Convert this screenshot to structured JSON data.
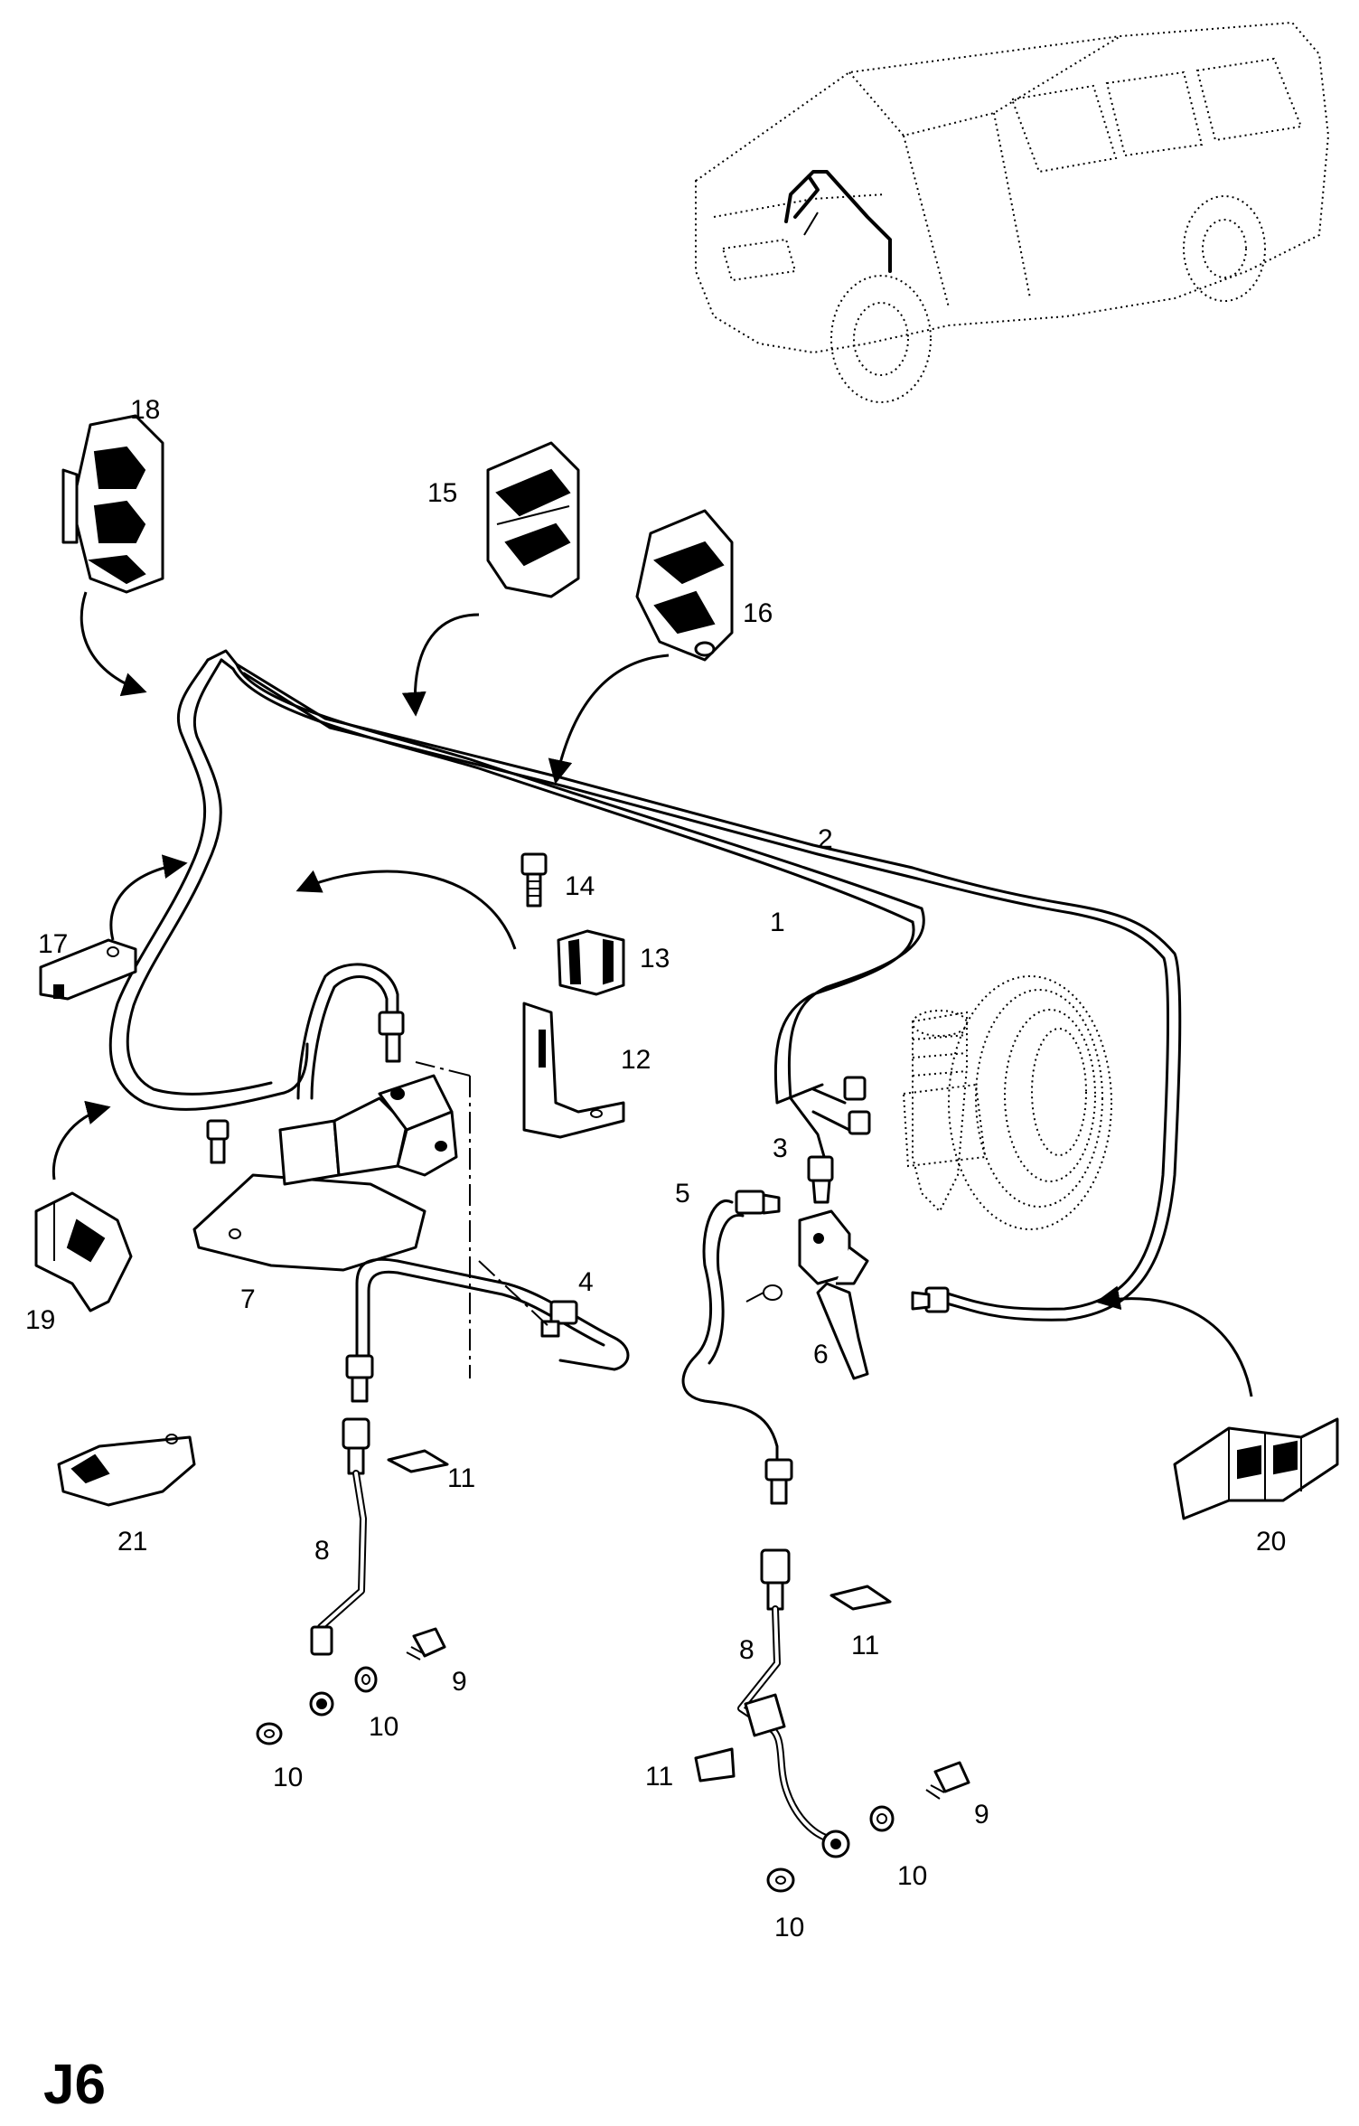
{
  "sheet": {
    "code": "J6"
  },
  "callouts": [
    {
      "id": "callout-1",
      "text": "1"
    },
    {
      "id": "callout-2",
      "text": "2"
    },
    {
      "id": "callout-3",
      "text": "3"
    },
    {
      "id": "callout-4",
      "text": "4"
    },
    {
      "id": "callout-5",
      "text": "5"
    },
    {
      "id": "callout-6",
      "text": "6"
    },
    {
      "id": "callout-7",
      "text": "7"
    },
    {
      "id": "callout-8a",
      "text": "8"
    },
    {
      "id": "callout-8b",
      "text": "8"
    },
    {
      "id": "callout-9a",
      "text": "9"
    },
    {
      "id": "callout-9b",
      "text": "9"
    },
    {
      "id": "callout-10a",
      "text": "10"
    },
    {
      "id": "callout-10b",
      "text": "10"
    },
    {
      "id": "callout-10c",
      "text": "10"
    },
    {
      "id": "callout-10d",
      "text": "10"
    },
    {
      "id": "callout-11a",
      "text": "11"
    },
    {
      "id": "callout-11b",
      "text": "11"
    },
    {
      "id": "callout-11c",
      "text": "11"
    },
    {
      "id": "callout-12",
      "text": "12"
    },
    {
      "id": "callout-13",
      "text": "13"
    },
    {
      "id": "callout-14",
      "text": "14"
    },
    {
      "id": "callout-15",
      "text": "15"
    },
    {
      "id": "callout-16",
      "text": "16"
    },
    {
      "id": "callout-17",
      "text": "17"
    },
    {
      "id": "callout-18",
      "text": "18"
    },
    {
      "id": "callout-19",
      "text": "19"
    },
    {
      "id": "callout-20",
      "text": "20"
    },
    {
      "id": "callout-21",
      "text": "21"
    }
  ]
}
